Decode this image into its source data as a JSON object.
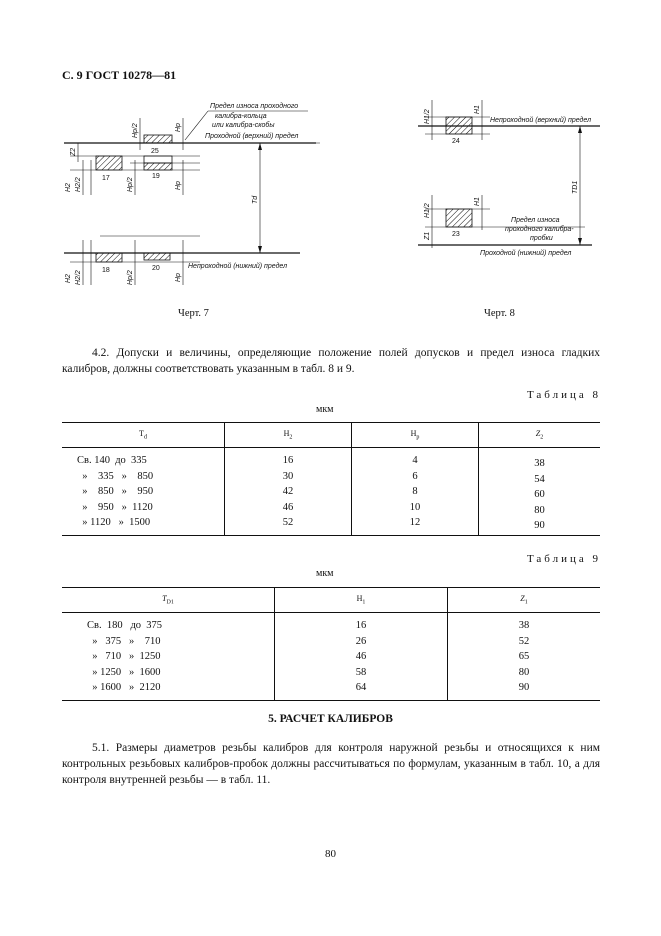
{
  "header": {
    "title": "С. 9 ГОСТ 10278—81"
  },
  "fig7": {
    "caption": "Черт. 7",
    "callouts": {
      "wear": [
        "Предел износа проходного",
        "калибра-кольца",
        "или калибра-скобы"
      ],
      "upper": "Проходной (верхний) предел",
      "lower": "Непроходной (нижний) предел"
    },
    "boxes": [
      "25",
      "17",
      "19",
      "18",
      "20"
    ],
    "dims": {
      "hp2_top": "Hp/2",
      "hp_top": "Hp",
      "z2": "Z2",
      "h2": "H2",
      "h2_2": "H2/2",
      "hp2_mid": "Hp/2",
      "hp_mid": "Hp",
      "td": "Td",
      "h2_b": "H2",
      "h2_2b": "H2/2",
      "hp2_b": "Hp/2",
      "hp_b": "Hp"
    }
  },
  "fig8": {
    "caption": "Черт. 8",
    "callouts": {
      "upper": "Непроходной (верхний) предел",
      "wear": [
        "Предел износа",
        "проходного калибра-",
        "пробки"
      ],
      "lower": "Проходной (нижний) предел"
    },
    "boxes": [
      "24",
      "23"
    ],
    "dims": {
      "h1_2_top": "H1/2",
      "h1_top": "H1",
      "td1": "TD1",
      "h1_2_bot": "H1/2",
      "h1_bot": "H1",
      "z1": "Z1"
    }
  },
  "para_4_2": "4.2. Допуски и величины, определяющие положение полей допусков и предел износа гладких калибров, должны соответствовать указанным в табл. 8 и 9.",
  "table8": {
    "caption": "Таблица 8",
    "unit": "мкм",
    "headers": [
      "T",
      "H",
      "H",
      "Z"
    ],
    "header_subs": [
      "d",
      "2",
      "p",
      "2"
    ],
    "col1": [
      "Св. 140  до  335",
      "  »    335   »    850",
      "  »    850   »    950",
      "  »    950   »  1120",
      "  » 1120   »  1500"
    ],
    "col2": [
      "16",
      "30",
      "42",
      "46",
      "52"
    ],
    "col3": [
      "4",
      "6",
      "8",
      "10",
      "12"
    ],
    "col4": [
      "38",
      "54",
      "60",
      "80",
      "90"
    ]
  },
  "table9": {
    "caption": "Таблица 9",
    "unit": "мкм",
    "headers": [
      "T",
      "H",
      "Z"
    ],
    "header_subs": [
      "D1",
      "1",
      "1"
    ],
    "col1": [
      "Св.  180   до  375",
      "  »   375   »    710",
      "  »   710   »  1250",
      "  » 1250   »  1600",
      "  » 1600   »  2120"
    ],
    "col2": [
      "16",
      "26",
      "46",
      "58",
      "64"
    ],
    "col3": [
      "38",
      "52",
      "65",
      "80",
      "90"
    ]
  },
  "section5": "5. РАСЧЕТ КАЛИБРОВ",
  "para_5_1": "5.1. Размеры диаметров резьбы калибров для контроля наружной резьбы и относящихся к ним контрольных резьбовых калибров-пробок должны рассчитываться по формулам, указанным в табл. 10, а для контроля внутренней резьбы — в табл. 11.",
  "page_number": "80"
}
